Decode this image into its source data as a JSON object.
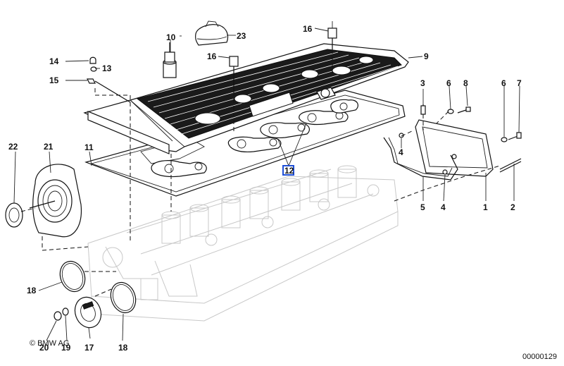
{
  "labels": {
    "p1": "1",
    "p2": "2",
    "p3": "3",
    "p4a": "4",
    "p4b": "4",
    "p5": "5",
    "p6a": "6",
    "p6b": "6",
    "p7": "7",
    "p8": "8",
    "p9": "9",
    "p10": "10",
    "p11": "11",
    "p12": "12",
    "p13": "13",
    "p14": "14",
    "p15": "15",
    "p16a": "16",
    "p16b": "16",
    "p17": "17",
    "p18a": "18",
    "p18b": "18",
    "p19": "19",
    "p20": "20",
    "p21": "21",
    "p22": "22",
    "p23": "23"
  },
  "copyright": "© BMW AG",
  "diagram_id": "00000129",
  "colors": {
    "ink": "#111111",
    "highlight": "#1f4fd6",
    "ghost": "#c8c8c8"
  }
}
